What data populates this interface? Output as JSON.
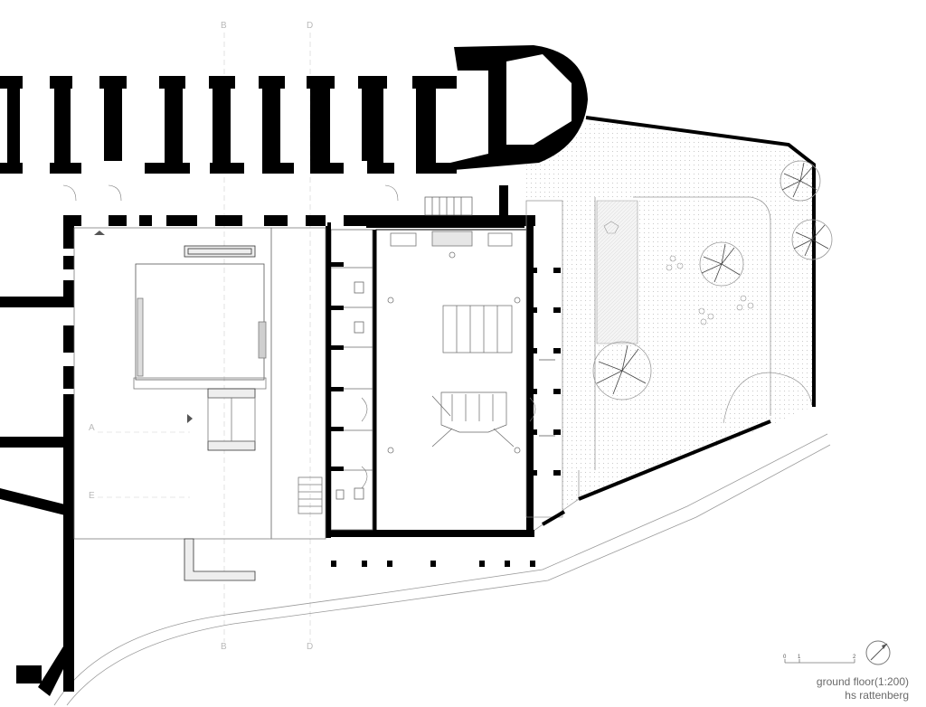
{
  "drawing": {
    "title": "ground floor(1:200)",
    "project": "hs rattenberg",
    "grid_labels": {
      "top": [
        "B",
        "D"
      ],
      "bottom": [
        "B",
        "D"
      ],
      "left": [
        "A",
        "E"
      ]
    },
    "scale_bar": [
      "0",
      "1",
      "2"
    ],
    "colors": {
      "wall": "#000000",
      "line": "#8a8a8a",
      "hatch": "#d4d4d4"
    },
    "icons": [
      "north-arrow-icon",
      "tree-icon",
      "stair-icon",
      "door-swing-icon"
    ]
  }
}
